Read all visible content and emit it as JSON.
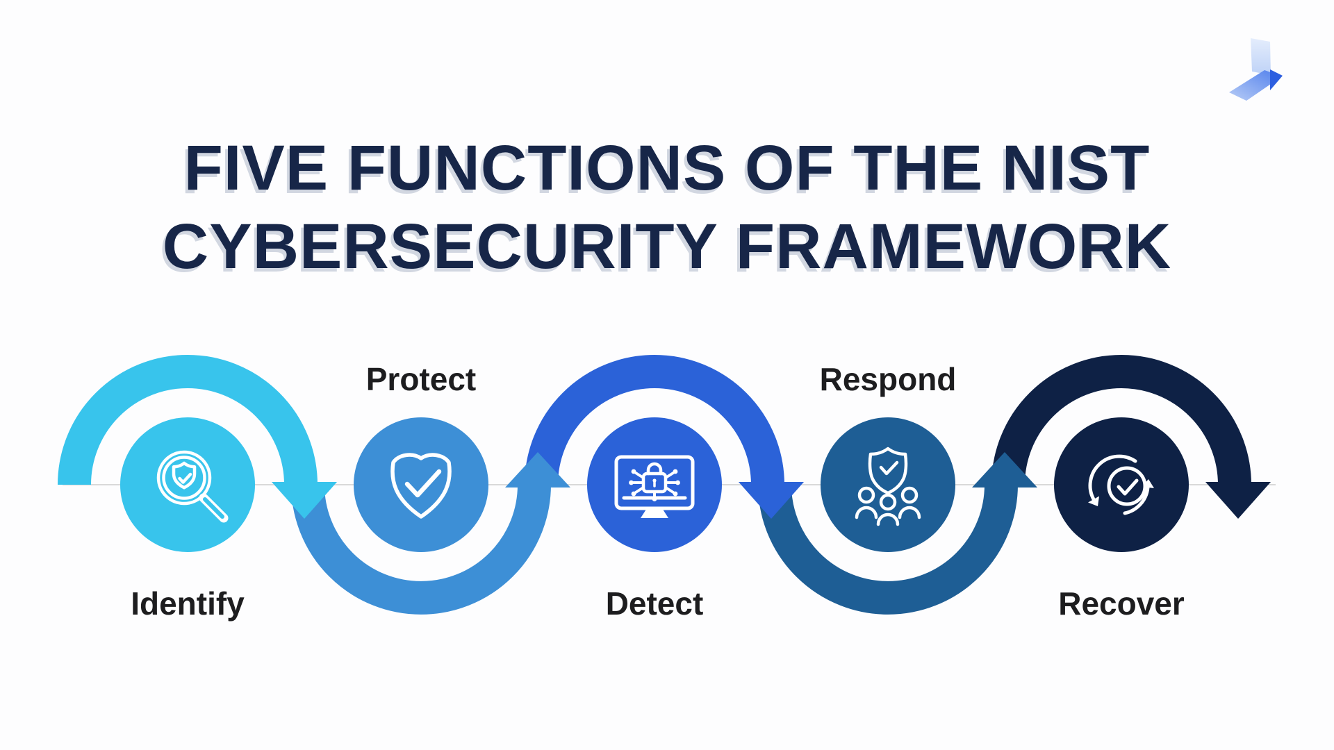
{
  "page": {
    "background_color": "#fdfdfe"
  },
  "brand": {
    "logo": "folded-ribbon-logo",
    "colors": {
      "light": "#d9e5fb",
      "mid": "#6f97f0",
      "dark": "#2d5fe0"
    }
  },
  "title": {
    "line1": "FIVE FUNCTIONS OF THE NIST",
    "line2": "CYBERSECURITY FRAMEWORK",
    "color": "#172648"
  },
  "diagram": {
    "type": "process-flow",
    "flow_direction": "left-to-right",
    "baseline_color": "#d9d9d9",
    "label_color": "#1d1d1f",
    "icon_color": "#ffffff",
    "steps": [
      {
        "label": "Identify",
        "label_position": "below",
        "color": "#38c4ec",
        "arc": "over",
        "icon": "magnifier-shield-check-icon"
      },
      {
        "label": "Protect",
        "label_position": "above",
        "color": "#3d8fd6",
        "arc": "under",
        "icon": "shield-check-icon"
      },
      {
        "label": "Detect",
        "label_position": "below",
        "color": "#2b62d8",
        "arc": "over",
        "icon": "monitor-lock-network-icon"
      },
      {
        "label": "Respond",
        "label_position": "above",
        "color": "#1e5e95",
        "arc": "under",
        "icon": "shield-team-icon"
      },
      {
        "label": "Recover",
        "label_position": "below",
        "color": "#0e2145",
        "arc": "over",
        "icon": "refresh-check-icon"
      }
    ]
  }
}
